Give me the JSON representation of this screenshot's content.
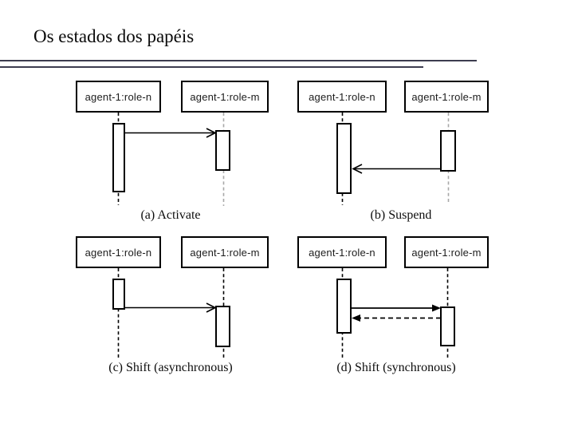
{
  "slide": {
    "title": "Os estados dos papéis"
  },
  "colors": {
    "rule": "#3d3d4f",
    "ink": "#000000",
    "gray_lifeline": "#a8a8a8"
  },
  "diagrams": [
    {
      "key": "a",
      "left_agent": "agent-1:role-n",
      "right_agent": "agent-1:role-m",
      "caption": "(a) Activate",
      "message_type": "solid line, open arrowhead, left to right"
    },
    {
      "key": "b",
      "left_agent": "agent-1:role-n",
      "right_agent": "agent-1:role-m",
      "caption": "(b) Suspend",
      "message_type": "solid line, open arrowhead, right to left"
    },
    {
      "key": "c",
      "left_agent": "agent-1:role-n",
      "right_agent": "agent-1:role-m",
      "caption": "(c) Shift (asynchronous)",
      "message_type": "solid line, open arrowhead, left to right"
    },
    {
      "key": "d",
      "left_agent": "agent-1:role-n",
      "right_agent": "agent-1:role-m",
      "caption": "(d) Shift (synchronous)",
      "message_type": "solid line filled arrowhead left to right, dashed return filled arrowhead right to left"
    }
  ]
}
